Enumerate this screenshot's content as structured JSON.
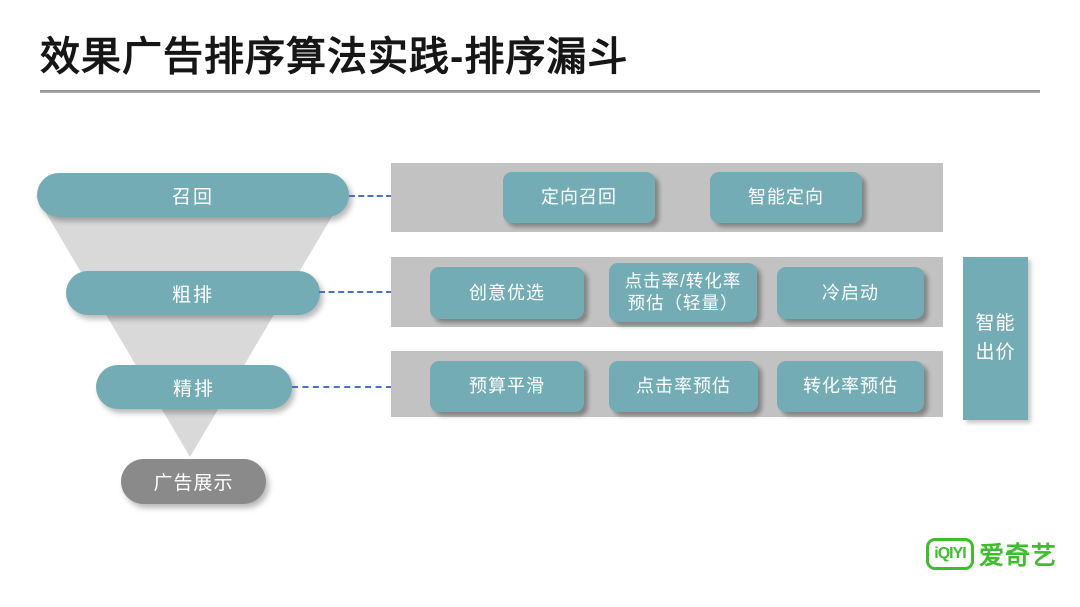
{
  "title": "效果广告排序算法实践-排序漏斗",
  "funnel": {
    "stages": [
      {
        "label": "召回"
      },
      {
        "label": "粗排"
      },
      {
        "label": "精排"
      }
    ],
    "output": {
      "label": "广告展示"
    }
  },
  "pipeline": {
    "rows": [
      {
        "stage": "召回",
        "modules": [
          {
            "label": "定向召回"
          },
          {
            "label": "智能定向"
          }
        ]
      },
      {
        "stage": "粗排",
        "modules": [
          {
            "label": "创意优选"
          },
          {
            "label": "点击率/转化率\n预估（轻量）"
          },
          {
            "label": "冷启动"
          }
        ]
      },
      {
        "stage": "精排",
        "modules": [
          {
            "label": "预算平滑"
          },
          {
            "label": "点击率预估"
          },
          {
            "label": "转化率预估"
          }
        ]
      }
    ],
    "side": {
      "label": "智能\n出价"
    }
  },
  "logo": {
    "badge": "iQIYI",
    "wordmark": "爱奇艺"
  },
  "colors": {
    "teal": "#73acb4",
    "band_gray": "#c2c2c2",
    "funnel_gray": "#d9d9d9",
    "result_gray": "#8a8a8a",
    "connector_blue": "#4472c4",
    "logo_green": "#3cbe2d",
    "title_black": "#161616"
  }
}
